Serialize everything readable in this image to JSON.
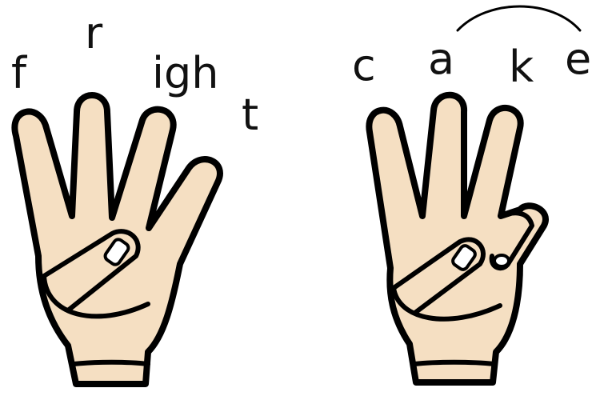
{
  "left_hand": {
    "sounds": [
      "f",
      "r",
      "igh",
      "t"
    ]
  },
  "right_hand": {
    "sounds": [
      "c",
      "a",
      "k",
      "e"
    ]
  },
  "colors": {
    "skin": "#f5dfc2",
    "outline": "#000000",
    "text": "#111111"
  }
}
